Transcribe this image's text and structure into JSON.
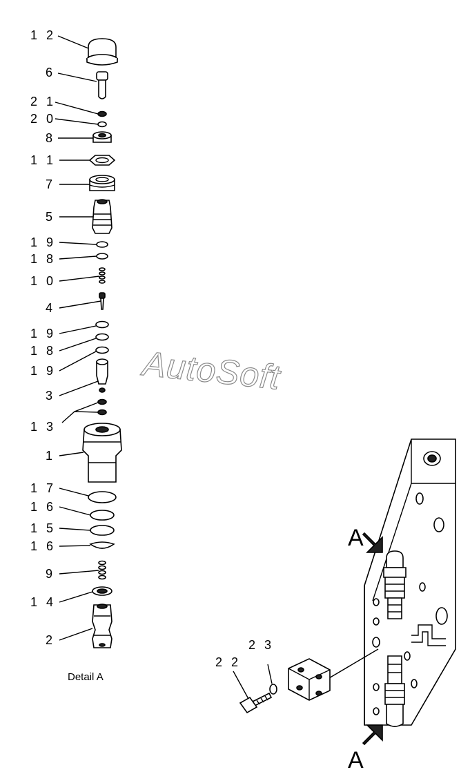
{
  "detail_caption": "Detail A",
  "watermark": "AutoSoft",
  "view_marker_top": "A",
  "view_marker_bottom": "A",
  "callouts": [
    {
      "id": "12",
      "label": "1 2"
    },
    {
      "id": "6",
      "label": "6"
    },
    {
      "id": "21",
      "label": "2 1"
    },
    {
      "id": "20",
      "label": "2 0"
    },
    {
      "id": "8",
      "label": "8"
    },
    {
      "id": "11",
      "label": "1 1"
    },
    {
      "id": "7",
      "label": "7"
    },
    {
      "id": "5",
      "label": "5"
    },
    {
      "id": "19a",
      "label": "1 9"
    },
    {
      "id": "18a",
      "label": "1 8"
    },
    {
      "id": "10",
      "label": "1 0"
    },
    {
      "id": "4",
      "label": "4"
    },
    {
      "id": "19b",
      "label": "1 9"
    },
    {
      "id": "18b",
      "label": "1 8"
    },
    {
      "id": "19c",
      "label": "1 9"
    },
    {
      "id": "3",
      "label": "3"
    },
    {
      "id": "13",
      "label": "1 3"
    },
    {
      "id": "1",
      "label": "1"
    },
    {
      "id": "17",
      "label": "1 7"
    },
    {
      "id": "16a",
      "label": "1 6"
    },
    {
      "id": "15",
      "label": "1 5"
    },
    {
      "id": "16b",
      "label": "1 6"
    },
    {
      "id": "9",
      "label": "9"
    },
    {
      "id": "14",
      "label": "1 4"
    },
    {
      "id": "2",
      "label": "2"
    },
    {
      "id": "22",
      "label": "2 2"
    },
    {
      "id": "23",
      "label": "2 3"
    }
  ]
}
